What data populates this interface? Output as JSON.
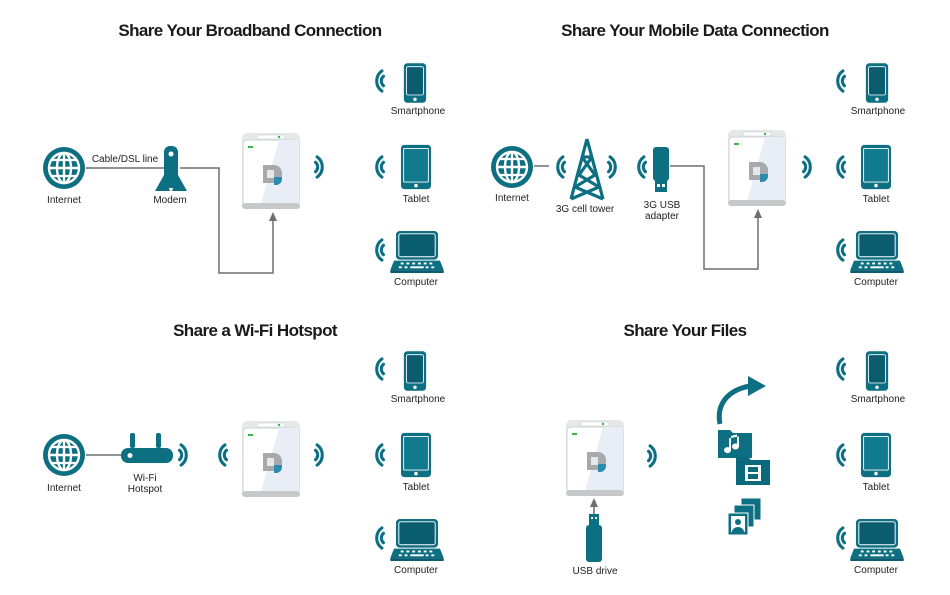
{
  "colors": {
    "teal": "#0d6f82",
    "teal_dark": "#0a5d6e",
    "line": "#6d6e71",
    "led": "#3cb54a"
  },
  "panels": [
    {
      "title": "Share Your Broadband Connection",
      "labels": {
        "internet": "Internet",
        "line": "Cable/DSL line",
        "modem": "Modem"
      },
      "devices": [
        "Smartphone",
        "Tablet",
        "Computer"
      ]
    },
    {
      "title": "Share Your Mobile Data Connection",
      "labels": {
        "internet": "Internet",
        "tower": "3G cell tower",
        "usb_1": "3G USB",
        "usb_2": "adapter"
      },
      "devices": [
        "Smartphone",
        "Tablet",
        "Computer"
      ]
    },
    {
      "title": "Share a Wi-Fi Hotspot",
      "labels": {
        "internet": "Internet",
        "hotspot_1": "Wi-Fi",
        "hotspot_2": "Hotspot"
      },
      "devices": [
        "Smartphone",
        "Tablet",
        "Computer"
      ]
    },
    {
      "title": "Share Your Files",
      "labels": {
        "usb_drive": "USB drive"
      },
      "files": [
        "music-folder",
        "video-folder",
        "photos"
      ],
      "devices": [
        "Smartphone",
        "Tablet",
        "Computer"
      ]
    }
  ]
}
